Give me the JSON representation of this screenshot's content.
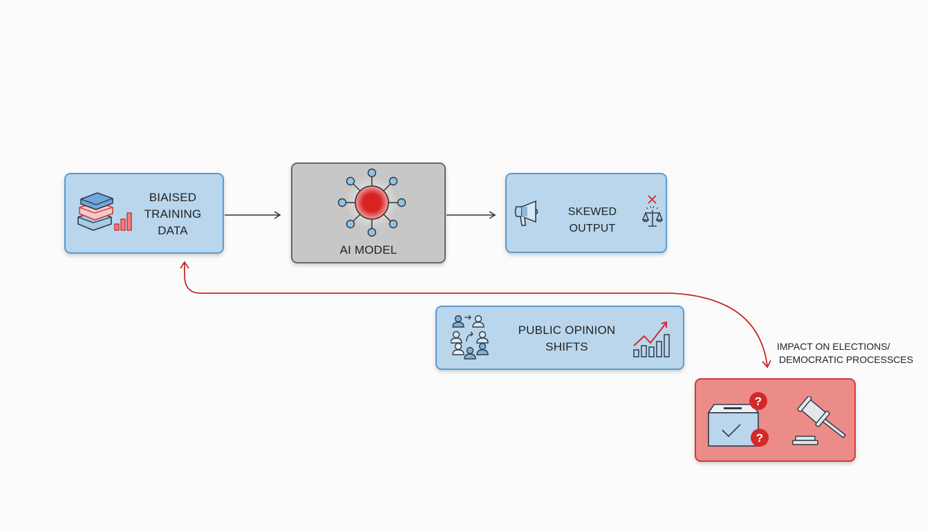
{
  "diagram": {
    "nodes": {
      "training_data": {
        "lines": [
          "BIAISED",
          "TRAINING",
          "DATA"
        ],
        "icon": "books-with-bar-chart-icon"
      },
      "ai_model": {
        "lines": [
          "AI MODEL"
        ],
        "icon": "neural-network-icon"
      },
      "skewed_output": {
        "lines": [
          "SKEWED OUTPUT"
        ],
        "icons": [
          "megaphone-icon",
          "broken-scales-icon"
        ]
      },
      "public_opinion": {
        "lines": [
          "PUBLIC OPINION",
          "SHIFTS"
        ],
        "icons": [
          "people-influence-icon",
          "rising-chart-icon"
        ]
      },
      "impact": {
        "icons": [
          "ballot-box-icon",
          "question-mark-icon",
          "gavel-icon"
        ]
      }
    },
    "annotations": {
      "impact_label": [
        "IMPACT ON ELECTIONS/",
        "DEMOCRATIC PROCESSCES"
      ]
    },
    "edges": [
      {
        "from": "training_data",
        "to": "ai_model",
        "style": "dark"
      },
      {
        "from": "ai_model",
        "to": "skewed_output",
        "style": "dark"
      },
      {
        "from": "impact_loop",
        "to": "training_data",
        "style": "red-feedback"
      },
      {
        "from": "impact_loop",
        "to": "impact",
        "style": "red-feedback"
      }
    ],
    "colors": {
      "blue_fill": "#b9d6ec",
      "blue_border": "#5b9bd0",
      "gray_fill": "#c7c7c7",
      "red_fill": "#ec8c88",
      "accent_red": "#c62828"
    }
  }
}
